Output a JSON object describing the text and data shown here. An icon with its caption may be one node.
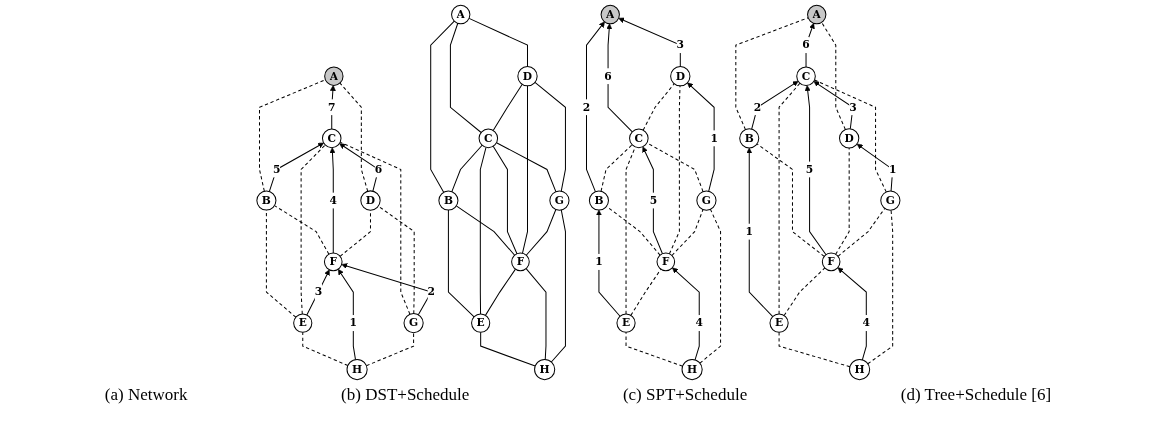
{
  "diagram": {
    "nodes": [
      {
        "text": [
          "A"
        ]
      },
      {
        "text": [
          "B"
        ]
      },
      {
        "text": [
          "C"
        ]
      },
      {
        "text": [
          "D"
        ]
      },
      {
        "text": [
          "E"
        ]
      },
      {
        "text": [
          "F"
        ]
      },
      {
        "text": [
          "G"
        ]
      },
      {
        "text": [
          "H"
        ]
      },
      {
        "text": [
          "A"
        ]
      },
      {
        "text": [
          "B"
        ]
      },
      {
        "text": [
          "C"
        ]
      },
      {
        "text": [
          "D"
        ]
      },
      {
        "text": [
          "E"
        ]
      },
      {
        "text": [
          "F"
        ]
      },
      {
        "text": [
          "G"
        ]
      },
      {
        "text": [
          "H"
        ]
      },
      {
        "text": [
          "A"
        ]
      },
      {
        "text": [
          "B"
        ]
      },
      {
        "text": [
          "C"
        ]
      },
      {
        "text": [
          "D"
        ]
      },
      {
        "text": [
          "E"
        ]
      },
      {
        "text": [
          "F"
        ]
      },
      {
        "text": [
          "G"
        ]
      },
      {
        "text": [
          "H"
        ]
      },
      {
        "text": [
          "A"
        ]
      },
      {
        "text": [
          "B"
        ]
      },
      {
        "text": [
          "C"
        ]
      },
      {
        "text": [
          "D"
        ]
      },
      {
        "text": [
          "E"
        ]
      },
      {
        "text": [
          "F"
        ]
      },
      {
        "text": [
          "G"
        ]
      },
      {
        "text": [
          "H"
        ]
      }
    ],
    "edges": [
      {
        "from": 1,
        "to": 0,
        "arrow": "none"
      },
      {
        "from": 2,
        "to": 0,
        "arrow": "none"
      },
      {
        "from": 3,
        "to": 0,
        "arrow": "none"
      },
      {
        "from": 1,
        "to": 2,
        "arrow": "none"
      },
      {
        "from": 2,
        "to": 3,
        "arrow": "none"
      },
      {
        "from": 4,
        "to": 1,
        "arrow": "none"
      },
      {
        "from": 5,
        "to": 1,
        "arrow": "none"
      },
      {
        "from": 4,
        "to": 2,
        "arrow": "none"
      },
      {
        "from": 5,
        "to": 2,
        "arrow": "none"
      },
      {
        "from": 6,
        "to": 2,
        "arrow": "none"
      },
      {
        "from": 5,
        "to": 3,
        "arrow": "none"
      },
      {
        "from": 6,
        "to": 3,
        "arrow": "none"
      },
      {
        "from": 4,
        "to": 5,
        "arrow": "none"
      },
      {
        "from": 5,
        "to": 6,
        "arrow": "none"
      },
      {
        "from": 7,
        "to": 4,
        "arrow": "none"
      },
      {
        "from": 7,
        "to": 5,
        "arrow": "none"
      },
      {
        "from": 7,
        "to": 6,
        "arrow": "none"
      },
      {
        "from": 9,
        "to": 8,
        "arrow": "none",
        "style": "dashed"
      },
      {
        "from": 11,
        "to": 8,
        "arrow": "none",
        "style": "dashed"
      },
      {
        "from": 10,
        "to": 8,
        "arrow": "to",
        "label": "7"
      },
      {
        "from": 9,
        "to": 10,
        "arrow": "to",
        "label": "5"
      },
      {
        "from": 11,
        "to": 10,
        "arrow": "to",
        "label": "6"
      },
      {
        "from": 12,
        "to": 9,
        "arrow": "none",
        "style": "dashed"
      },
      {
        "from": 13,
        "to": 9,
        "arrow": "none",
        "style": "dashed"
      },
      {
        "from": 12,
        "to": 10,
        "arrow": "none",
        "style": "dashed"
      },
      {
        "from": 13,
        "to": 10,
        "arrow": "to",
        "label": "4"
      },
      {
        "from": 14,
        "to": 10,
        "arrow": "none",
        "style": "dashed"
      },
      {
        "from": 13,
        "to": 11,
        "arrow": "none",
        "style": "dashed"
      },
      {
        "from": 14,
        "to": 11,
        "arrow": "none",
        "style": "dashed"
      },
      {
        "from": 12,
        "to": 13,
        "arrow": "to",
        "label": "3"
      },
      {
        "from": 14,
        "to": 13,
        "arrow": "to",
        "label": "2"
      },
      {
        "from": 15,
        "to": 12,
        "arrow": "none",
        "style": "dashed"
      },
      {
        "from": 15,
        "to": 13,
        "arrow": "to",
        "label": "1"
      },
      {
        "from": 15,
        "to": 14,
        "arrow": "none",
        "style": "dashed"
      },
      {
        "from": 17,
        "to": 16,
        "arrow": "to",
        "label": "2"
      },
      {
        "from": 18,
        "to": 16,
        "arrow": "to",
        "label": "6"
      },
      {
        "from": 19,
        "to": 16,
        "arrow": "to",
        "label": "3"
      },
      {
        "from": 17,
        "to": 18,
        "arrow": "none",
        "style": "dashed"
      },
      {
        "from": 18,
        "to": 19,
        "arrow": "none",
        "style": "dashed"
      },
      {
        "from": 20,
        "to": 17,
        "arrow": "to",
        "label": "1"
      },
      {
        "from": 21,
        "to": 17,
        "arrow": "none",
        "style": "dashed"
      },
      {
        "from": 20,
        "to": 18,
        "arrow": "none",
        "style": "dashed"
      },
      {
        "from": 21,
        "to": 18,
        "arrow": "to",
        "label": "5"
      },
      {
        "from": 22,
        "to": 18,
        "arrow": "none",
        "style": "dashed"
      },
      {
        "from": 21,
        "to": 19,
        "arrow": "none",
        "style": "dashed"
      },
      {
        "from": 22,
        "to": 19,
        "arrow": "to",
        "label": "1"
      },
      {
        "from": 20,
        "to": 21,
        "arrow": "none",
        "style": "dashed"
      },
      {
        "from": 21,
        "to": 22,
        "arrow": "none",
        "style": "dashed"
      },
      {
        "from": 23,
        "to": 20,
        "arrow": "none",
        "style": "dashed"
      },
      {
        "from": 23,
        "to": 21,
        "arrow": "to",
        "label": "4"
      },
      {
        "from": 23,
        "to": 22,
        "arrow": "none",
        "style": "dashed"
      },
      {
        "from": 25,
        "to": 24,
        "arrow": "none",
        "style": "dashed"
      },
      {
        "from": 26,
        "to": 24,
        "arrow": "to",
        "label": "6"
      },
      {
        "from": 27,
        "to": 24,
        "arrow": "none",
        "style": "dashed"
      },
      {
        "from": 25,
        "to": 26,
        "arrow": "to",
        "label": "2"
      },
      {
        "from": 27,
        "to": 26,
        "arrow": "to",
        "label": "3"
      },
      {
        "from": 28,
        "to": 25,
        "arrow": "to",
        "label": "1"
      },
      {
        "from": 29,
        "to": 25,
        "arrow": "none",
        "style": "dashed"
      },
      {
        "from": 28,
        "to": 26,
        "arrow": "none",
        "style": "dashed"
      },
      {
        "from": 29,
        "to": 26,
        "arrow": "to",
        "label": "5"
      },
      {
        "from": 30,
        "to": 26,
        "arrow": "none",
        "style": "dashed"
      },
      {
        "from": 29,
        "to": 27,
        "arrow": "none",
        "style": "dashed"
      },
      {
        "from": 30,
        "to": 27,
        "arrow": "to",
        "label": "1"
      },
      {
        "from": 28,
        "to": 29,
        "arrow": "none",
        "style": "dashed"
      },
      {
        "from": 29,
        "to": 30,
        "arrow": "none",
        "style": "dashed"
      },
      {
        "from": 31,
        "to": 28,
        "arrow": "none",
        "style": "dashed"
      },
      {
        "from": 31,
        "to": 29,
        "arrow": "to",
        "label": "4"
      },
      {
        "from": 31,
        "to": 30,
        "arrow": "none",
        "style": "dashed"
      }
    ],
    "labels": [
      "(a) Network",
      "(b) DST+Schedule",
      "(c) SPT+Schedule",
      "(d) Tree+Schedule [6]"
    ]
  }
}
